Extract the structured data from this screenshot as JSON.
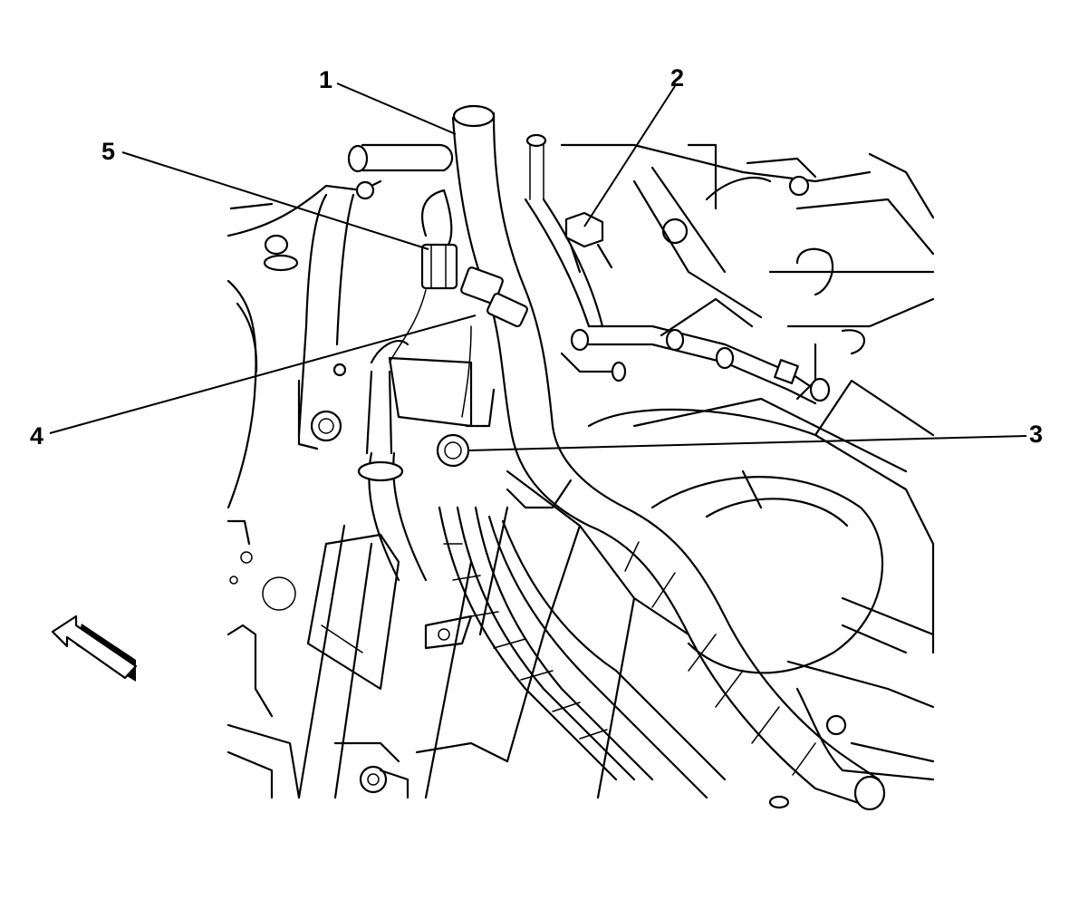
{
  "callouts": [
    {
      "id": "1",
      "label": "1"
    },
    {
      "id": "2",
      "label": "2"
    },
    {
      "id": "3",
      "label": "3"
    },
    {
      "id": "4",
      "label": "4"
    },
    {
      "id": "5",
      "label": "5"
    }
  ],
  "direction_arrow": {
    "icon": "front-direction-arrow-icon"
  },
  "colors": {
    "line": "#000000",
    "background": "#ffffff"
  }
}
